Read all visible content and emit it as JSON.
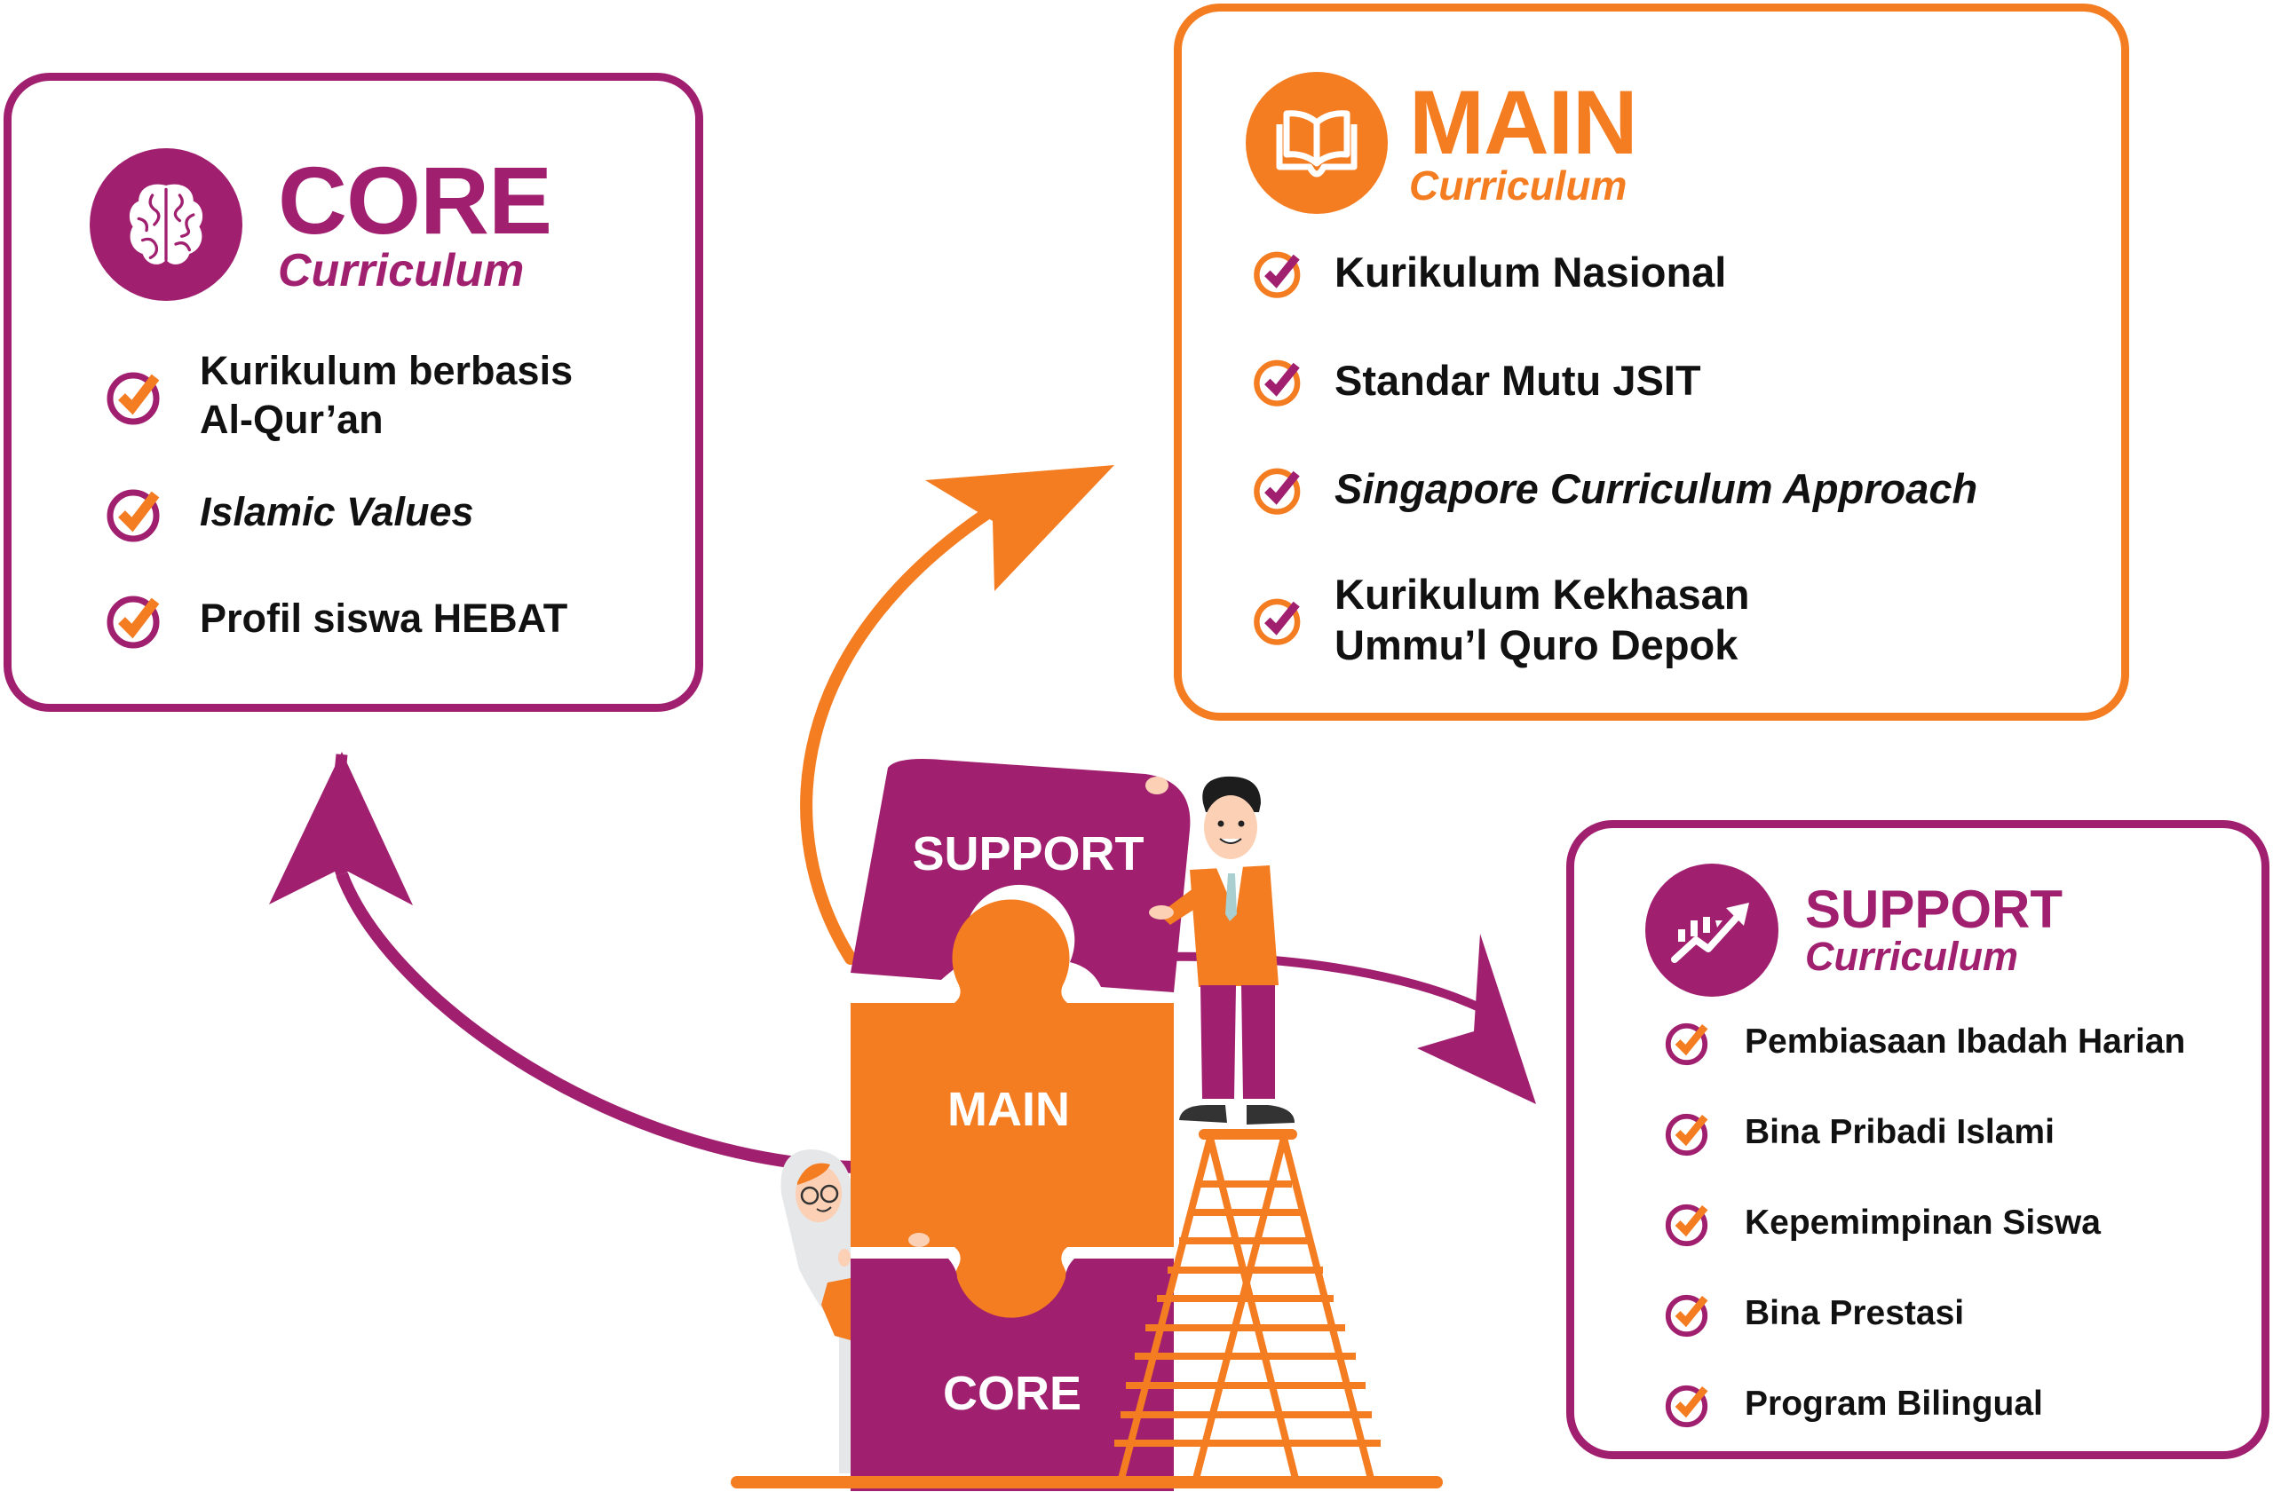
{
  "colors": {
    "purple": "#a01f6f",
    "orange": "#f47c21",
    "text": "#111111",
    "white": "#ffffff"
  },
  "core": {
    "icon": "brain-icon",
    "title": "CORE",
    "subtitle": "Curriculum",
    "items": [
      {
        "lines": [
          "Kurikulum berbasis",
          "Al-Qur’an"
        ],
        "italic": false
      },
      {
        "lines": [
          "Islamic Values"
        ],
        "italic": true
      },
      {
        "lines": [
          "Profil siswa HEBAT"
        ],
        "italic": false
      }
    ]
  },
  "main": {
    "icon": "open-book-icon",
    "title": "MAIN",
    "subtitle": "Curriculum",
    "items": [
      {
        "lines": [
          "Kurikulum Nasional"
        ],
        "italic": false
      },
      {
        "lines": [
          "Standar Mutu JSIT"
        ],
        "italic": false
      },
      {
        "lines": [
          "Singapore Curriculum Approach"
        ],
        "italic": true
      },
      {
        "lines": [
          "Kurikulum Kekhasan",
          "Ummu’l Quro Depok"
        ],
        "italic": false
      }
    ]
  },
  "support": {
    "icon": "growth-chart-icon",
    "title": "SUPPORT",
    "subtitle": "Curriculum",
    "items": [
      {
        "lines": [
          "Pembiasaan Ibadah Harian"
        ],
        "italic": false
      },
      {
        "lines": [
          "Bina Pribadi Islami"
        ],
        "italic": false
      },
      {
        "lines": [
          "Kepemimpinan Siswa"
        ],
        "italic": false
      },
      {
        "lines": [
          "Bina Prestasi"
        ],
        "italic": false
      },
      {
        "lines": [
          "Program Bilingual"
        ],
        "italic": false
      }
    ]
  },
  "puzzle": {
    "top_label": "SUPPORT",
    "middle_label": "MAIN",
    "bottom_label": "CORE"
  }
}
